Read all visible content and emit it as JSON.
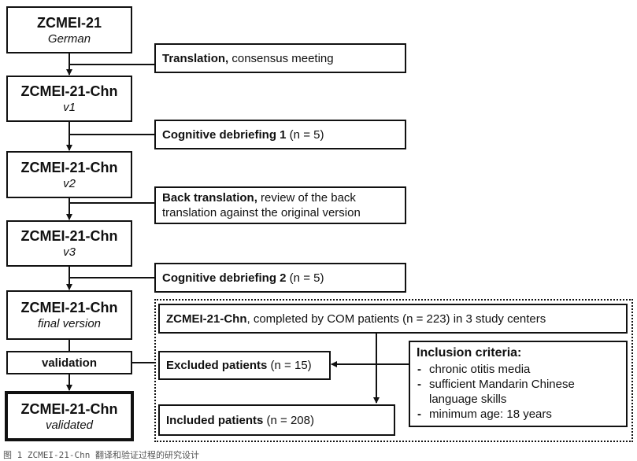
{
  "versions": [
    {
      "title": "ZCMEI-21",
      "subtitle": "German"
    },
    {
      "title": "ZCMEI-21-Chn",
      "subtitle": "v1"
    },
    {
      "title": "ZCMEI-21-Chn",
      "subtitle": "v2"
    },
    {
      "title": "ZCMEI-21-Chn",
      "subtitle": "v3"
    },
    {
      "title": "ZCMEI-21-Chn",
      "subtitle": "final version"
    },
    {
      "title": "ZCMEI-21-Chn",
      "subtitle": "validated"
    }
  ],
  "steps": [
    {
      "bold": "Translation,",
      "rest": " consensus meeting"
    },
    {
      "bold": "Cognitive debriefing 1",
      "rest": " (n = 5)"
    },
    {
      "bold": "Back translation,",
      "rest": " review of the back translation against the original version"
    },
    {
      "bold": "Cognitive debriefing 2",
      "rest": " (n = 5)"
    }
  ],
  "validation_label": "validation",
  "study": {
    "bold": "ZCMEI-21-Chn",
    "rest": ", completed by COM patients (n = 223) in 3 study centers"
  },
  "excluded": {
    "bold": "Excluded patients",
    "rest": " (n = 15)"
  },
  "included": {
    "bold": "Included patients",
    "rest": " (n = 208)"
  },
  "inclusion": {
    "title": "Inclusion criteria:",
    "items": [
      "chronic otitis media",
      "sufficient Mandarin Chinese language skills",
      "minimum age: 18 years"
    ]
  },
  "caption": "图 1 ZCMEI-21-Chn 翻译和验证过程的研究设计"
}
